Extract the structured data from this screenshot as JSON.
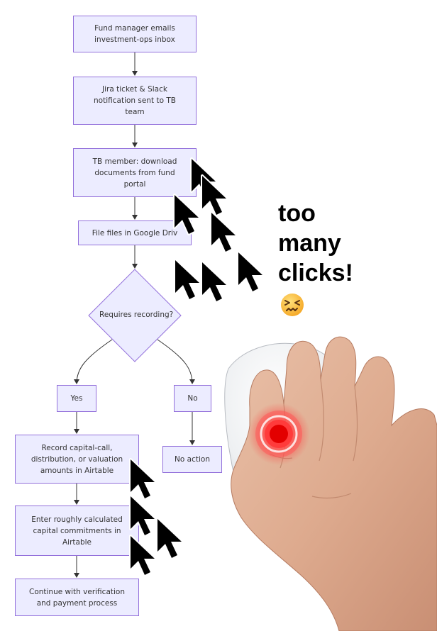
{
  "flowchart": {
    "nodes": {
      "email": "Fund manager emails investment-ops inbox",
      "jira": "Jira ticket & Slack notification sent to TB team",
      "download": "TB member: download documents from fund portal",
      "file": "File files in Google Driv",
      "decision": "Requires recording?",
      "yes": "Yes",
      "no": "No",
      "record": "Record capital-call, distribution, or valuation amounts in Airtable",
      "no_action": "No action",
      "commitments": "Enter roughly calculated capital commitments in Airtable",
      "continue": "Continue with verification and payment process"
    }
  },
  "caption": {
    "line1": "too",
    "line2": "many",
    "line3": "clicks!"
  },
  "icons": {
    "cursor": "arrow-cursor-icon",
    "emoji": "confounded-face-icon",
    "hand": "hand-on-mouse-icon",
    "click": "click-ripple-icon"
  },
  "colors": {
    "node_fill": "#ececff",
    "node_border": "#9370db",
    "edge": "#333333",
    "click_red": "#ff2020"
  }
}
